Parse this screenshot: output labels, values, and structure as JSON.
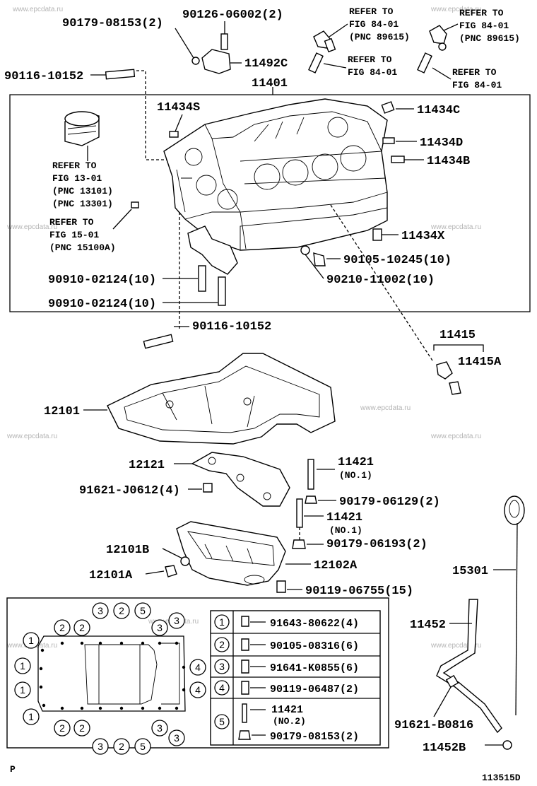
{
  "watermark": "www.epcdata.ru",
  "diagram_code": "113515D",
  "corner_mark": "P",
  "callouts": {
    "p90179_08153_top": "90179-08153(2)",
    "p90126_06002": "90126-06002(2)",
    "p11492c": "11492C",
    "p90116_10152_top": "90116-10152",
    "p11401": "11401",
    "p11434s": "11434S",
    "p11434c": "11434C",
    "p11434d": "11434D",
    "p11434b": "11434B",
    "p11434x": "11434X",
    "p90105_10245": "90105-10245(10)",
    "p90210_11002": "90210-11002(10)",
    "p90910_a": "90910-02124(10)",
    "p90910_b": "90910-02124(10)",
    "p90116_10152_bot": "90116-10152",
    "p11415": "11415",
    "p11415a": "11415A",
    "p12101": "12101",
    "p12121": "12121",
    "p11421_a": "11421",
    "p11421_a_sub": "(NO.1)",
    "p91621_j0612": "91621-J0612(4)",
    "p90179_06129": "90179-06129(2)",
    "p11421_b": "11421",
    "p11421_b_sub": "(NO.1)",
    "p90179_06193": "90179-06193(2)",
    "p12101b": "12101B",
    "p12102a": "12102A",
    "p12101a": "12101A",
    "p90119_06755": "90119-06755(15)",
    "p15301": "15301",
    "p11452": "11452",
    "p91621_b0816": "91621-B0816",
    "p11452b": "11452B"
  },
  "refs": {
    "fig84_a": [
      "REFER TO",
      "FIG 84-01",
      "(PNC 89615)"
    ],
    "fig84_b": [
      "REFER TO",
      "FIG 84-01",
      "(PNC 89615)"
    ],
    "fig84_c": [
      "REFER TO",
      "FIG 84-01"
    ],
    "fig84_d": [
      "REFER TO",
      "FIG 84-01"
    ],
    "fig13": [
      "REFER TO",
      "FIG 13-01",
      "(PNC 13101)",
      "(PNC 13301)"
    ],
    "fig15": [
      "REFER TO",
      "FIG 15-01",
      "(PNC 15100A)"
    ]
  },
  "legend": {
    "rows": [
      {
        "key": "1",
        "part": "91643-80622(4)"
      },
      {
        "key": "2",
        "part": "90105-08316(6)"
      },
      {
        "key": "3",
        "part": "91641-K0855(6)"
      },
      {
        "key": "4",
        "part": "90119-06487(2)"
      },
      {
        "key": "5",
        "part": "11421",
        "sub": "(NO.2)",
        "part2": "90179-08153(2)"
      }
    ]
  },
  "pattern_keys": {
    "top": [
      "3",
      "2",
      "5",
      "3"
    ],
    "top_left": [
      "2",
      "2"
    ],
    "left": [
      "1",
      "1",
      "1",
      "1"
    ],
    "right": [
      "4",
      "4"
    ],
    "bottom_left": [
      "2",
      "2"
    ],
    "bottom": [
      "3",
      "2",
      "5",
      "3",
      "3"
    ]
  }
}
